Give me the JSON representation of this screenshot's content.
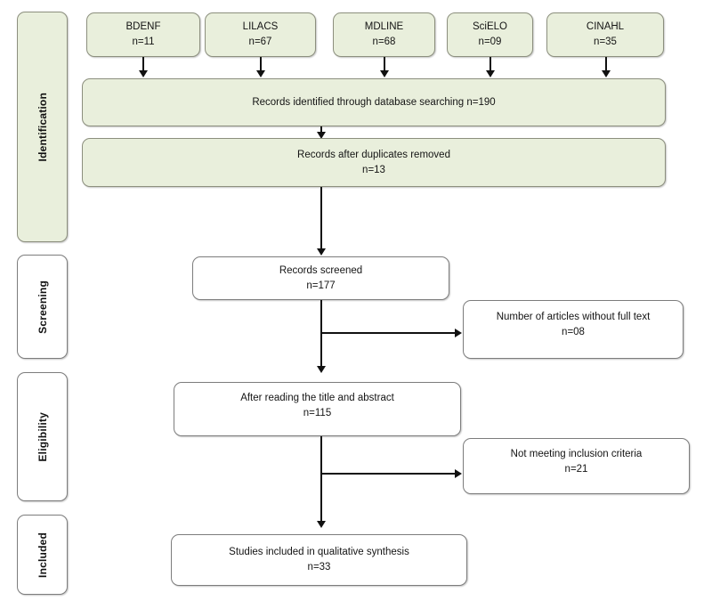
{
  "diagram": {
    "type": "prisma-flow-diagram",
    "colors": {
      "green_fill": "#e9efdc",
      "white_fill": "#ffffff",
      "border": "#7d7d7d",
      "connector": "#111111"
    },
    "stages": [
      {
        "label": "Identification",
        "fill": "green"
      },
      {
        "label": "Screening",
        "fill": "white"
      },
      {
        "label": "Eligibility",
        "fill": "white"
      },
      {
        "label": "Included",
        "fill": "white"
      }
    ],
    "databases": [
      {
        "name": "BDENF",
        "count": "n=11"
      },
      {
        "name": "LILACS",
        "count": "n=67"
      },
      {
        "name": "MDLINE",
        "count": "n=68"
      },
      {
        "name": "SciELO",
        "count": "n=09"
      },
      {
        "name": "CINAHL",
        "count": "n=35"
      }
    ],
    "nodes": {
      "identified": {
        "text": "Records identified through database searching n=190",
        "count": ""
      },
      "duplicates": {
        "text": "Records after duplicates removed",
        "count": "n=13"
      },
      "screened": {
        "text": "Records screened",
        "count": "n=177"
      },
      "no_full_text": {
        "text": "Number of articles without full text",
        "count": "n=08"
      },
      "title_abstract": {
        "text": "After reading the title and abstract",
        "count": "n=115"
      },
      "not_meeting": {
        "text": "Not meeting inclusion criteria",
        "count": "n=21"
      },
      "included": {
        "text": "Studies included in qualitative synthesis",
        "count": "n=33"
      }
    }
  },
  "chart_data": {
    "type": "table",
    "title": "PRISMA study selection flow",
    "categories": [
      "BDENF",
      "LILACS",
      "MDLINE",
      "SciELO",
      "CINAHL"
    ],
    "values": [
      11,
      67,
      68,
      9,
      35
    ],
    "flow": [
      {
        "stage": "Identification",
        "node": "Records identified through database searching",
        "n": 190
      },
      {
        "stage": "Identification",
        "node": "Records after duplicates removed",
        "n": 13
      },
      {
        "stage": "Screening",
        "node": "Records screened",
        "n": 177
      },
      {
        "stage": "Screening",
        "node": "Number of articles without full text",
        "n": 8
      },
      {
        "stage": "Eligibility",
        "node": "After reading the title and abstract",
        "n": 115
      },
      {
        "stage": "Eligibility",
        "node": "Not meeting inclusion criteria",
        "n": 21
      },
      {
        "stage": "Included",
        "node": "Studies included in qualitative synthesis",
        "n": 33
      }
    ]
  }
}
